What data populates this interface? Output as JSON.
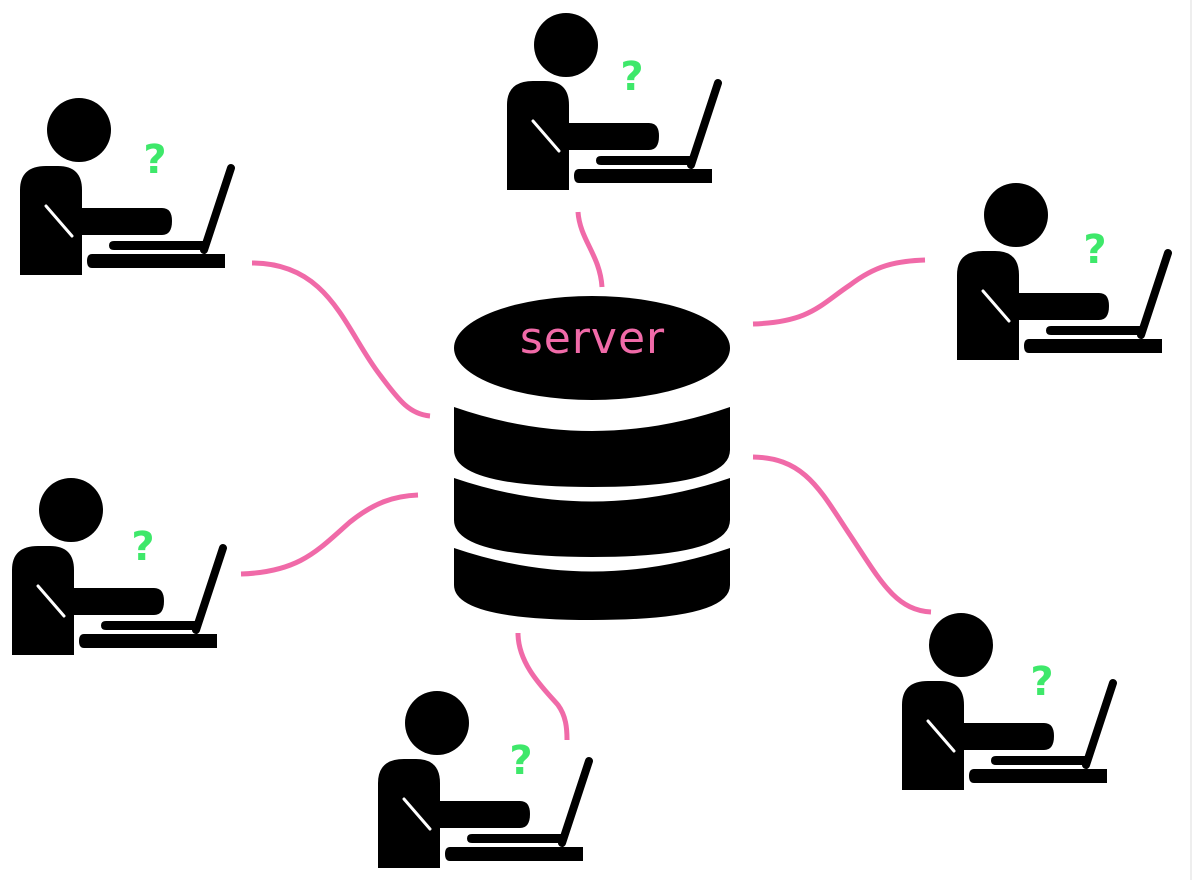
{
  "diagram": {
    "type": "client-server network",
    "server": {
      "label": "server",
      "icon": "database-stack-icon"
    },
    "clients": [
      {
        "id": "top-left",
        "icon": "person-at-laptop-icon",
        "badge": "?"
      },
      {
        "id": "top-center",
        "icon": "person-at-laptop-icon",
        "badge": "?"
      },
      {
        "id": "right",
        "icon": "person-at-laptop-icon",
        "badge": "?"
      },
      {
        "id": "left",
        "icon": "person-at-laptop-icon",
        "badge": "?"
      },
      {
        "id": "bottom-center",
        "icon": "person-at-laptop-icon",
        "badge": "?"
      },
      {
        "id": "bottom-right",
        "icon": "person-at-laptop-icon",
        "badge": "?"
      }
    ],
    "connections": [
      {
        "from": "top-left",
        "to": "server"
      },
      {
        "from": "top-center",
        "to": "server"
      },
      {
        "from": "right",
        "to": "server"
      },
      {
        "from": "left",
        "to": "server"
      },
      {
        "from": "bottom-center",
        "to": "server"
      },
      {
        "from": "bottom-right",
        "to": "server"
      }
    ]
  },
  "colors": {
    "background": "#ffffff",
    "icon": "#000000",
    "connector": "#f06aa8",
    "server_label": "#f06aa8",
    "question_mark": "#3ee86a"
  }
}
